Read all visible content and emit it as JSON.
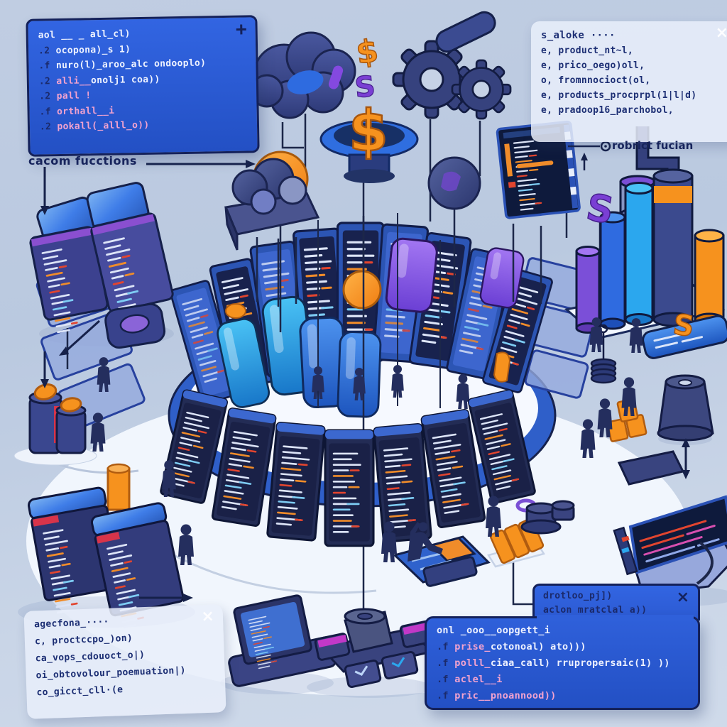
{
  "colors": {
    "background": "#c2cfe3",
    "panel_blue": "#2b5cd8",
    "panel_light": "#e9effa",
    "outline_navy": "#14215a",
    "accent_orange": "#f6921e",
    "accent_purple": "#7b4fd8",
    "accent_cyan": "#2ba7ee",
    "accent_pink": "#f2a3cf",
    "accent_red": "#d8344a"
  },
  "icons": {
    "close": "×",
    "add": "+",
    "dollar": "$",
    "s_glyph": "S"
  },
  "labels": {
    "custom_functions": "cacom fucctions",
    "object_function": "robrict fucian"
  },
  "code_panel_top_left": {
    "lines": [
      [
        {
          "t": "aol __ _ all_cl)",
          "c": "w"
        }
      ],
      [
        {
          "t": ".2 ",
          "c": "n"
        },
        {
          "t": "ocopona)_s 1)",
          "c": "w"
        }
      ],
      [
        {
          "t": ".f ",
          "c": "n"
        },
        {
          "t": "nuro(l)_aroo_alc ondooplo)",
          "c": "w"
        }
      ],
      [
        {
          "t": ".2 ",
          "c": "n"
        },
        {
          "t": "alli__",
          "c": "p"
        },
        {
          "t": "onolj1 coa))",
          "c": "w"
        }
      ],
      [
        {
          "t": ".2 ",
          "c": "n"
        },
        {
          "t": "pall !",
          "c": "p"
        }
      ],
      [
        {
          "t": ".f ",
          "c": "n"
        },
        {
          "t": "orthall__i",
          "c": "p"
        }
      ],
      [
        {
          "t": ".2 ",
          "c": "n"
        },
        {
          "t": "pokall(_alll_o))",
          "c": "p"
        }
      ]
    ]
  },
  "func_panel_top_right": {
    "title": [
      [
        {
          "t": "s_aloke ····",
          "c": "d"
        }
      ]
    ],
    "lines": [
      [
        {
          "t": "e, product_nt~l,",
          "c": "d"
        }
      ],
      [
        {
          "t": "e, prico_oego)oll,",
          "c": "d"
        }
      ],
      [
        {
          "t": "o, fromnnocioct(ol,",
          "c": "d"
        }
      ],
      [
        {
          "t": "e, products_procprpl(1|l|d)",
          "c": "d"
        }
      ],
      [
        {
          "t": "e, pradoop16_parchobol,",
          "c": "d"
        }
      ]
    ]
  },
  "func_panel_bottom_left": {
    "title": [
      [
        {
          "t": "agecfona_····",
          "c": "d"
        }
      ]
    ],
    "lines": [
      [
        {
          "t": "c, proctccpo_)on)",
          "c": "d"
        }
      ],
      [
        {
          "t": "ca_vops_cdouoct_o|)",
          "c": "d"
        }
      ],
      [
        {
          "t": "oi_obtovolour_poemuation|)",
          "c": "d"
        }
      ],
      [
        {
          "t": "co_gicct_cll·(e",
          "c": "d"
        }
      ]
    ]
  },
  "code_panel_bottom_right": {
    "tab_lines": [
      [
        {
          "t": "drotloo_pj])",
          "c": "n"
        }
      ],
      [
        {
          "t": "aclon mratclal a))",
          "c": "n"
        }
      ]
    ],
    "lines": [
      [
        {
          "t": "onl _ooo__oopgett_i",
          "c": "w"
        }
      ],
      [
        {
          "t": ".f ",
          "c": "n"
        },
        {
          "t": "prise_",
          "c": "p"
        },
        {
          "t": "cotonoal) ato)))",
          "c": "w"
        }
      ],
      [
        {
          "t": ".f ",
          "c": "n"
        },
        {
          "t": "polll_",
          "c": "p"
        },
        {
          "t": "ciaa_call) rrupropersaic(1) ))",
          "c": "w"
        }
      ],
      [
        {
          "t": ".f ",
          "c": "n"
        },
        {
          "t": "aclel__i",
          "c": "p"
        }
      ],
      [
        {
          "t": ".f ",
          "c": "n"
        },
        {
          "t": "pric__pnoannood))",
          "c": "p"
        }
      ]
    ]
  }
}
